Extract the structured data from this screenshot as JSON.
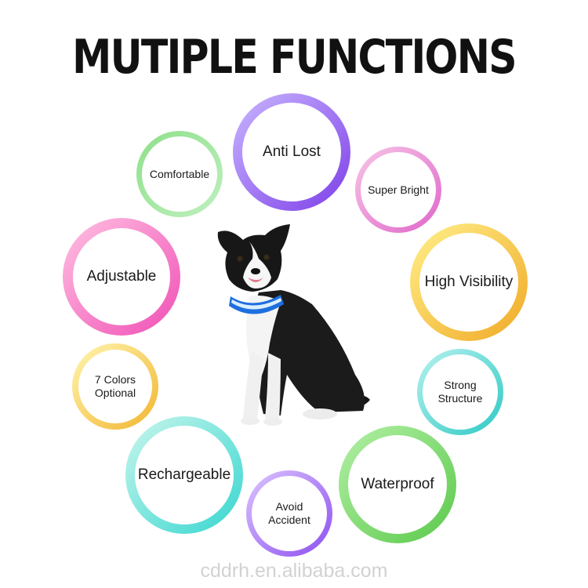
{
  "title": "MUTIPLE FUNCTIONS",
  "features": [
    {
      "id": "anti-lost",
      "label": "Anti Lost",
      "colors": [
        "#c9b6ff",
        "#7d3fe8"
      ]
    },
    {
      "id": "comfortable",
      "label": "Comfortable",
      "colors": [
        "#8ee08a",
        "#bff0c0"
      ]
    },
    {
      "id": "super-bright",
      "label": "Super Bright",
      "colors": [
        "#f7c6e7",
        "#e066c9"
      ]
    },
    {
      "id": "adjustable",
      "label": "Adjustable",
      "colors": [
        "#ffc1e2",
        "#f04fb5"
      ]
    },
    {
      "id": "high-visibility",
      "label": "High Visibility",
      "colors": [
        "#fff08a",
        "#f0a926"
      ]
    },
    {
      "id": "seven-colors",
      "label": "7 Colors\nOptional",
      "colors": [
        "#fff6b0",
        "#f2b530"
      ]
    },
    {
      "id": "strong-structure",
      "label": "Strong\nStructure",
      "colors": [
        "#b7f2ef",
        "#2ec9c4"
      ]
    },
    {
      "id": "rechargeable",
      "label": "Rechargeable",
      "colors": [
        "#c9f6ec",
        "#36d6d0"
      ]
    },
    {
      "id": "waterproof",
      "label": "Waterproof",
      "colors": [
        "#b3f0a6",
        "#5bc94b"
      ]
    },
    {
      "id": "avoid-accident",
      "label": "Avoid\nAccident",
      "colors": [
        "#dcc4ff",
        "#8c4ff0"
      ]
    }
  ],
  "watermark": "cddrh.en.alibaba.com"
}
